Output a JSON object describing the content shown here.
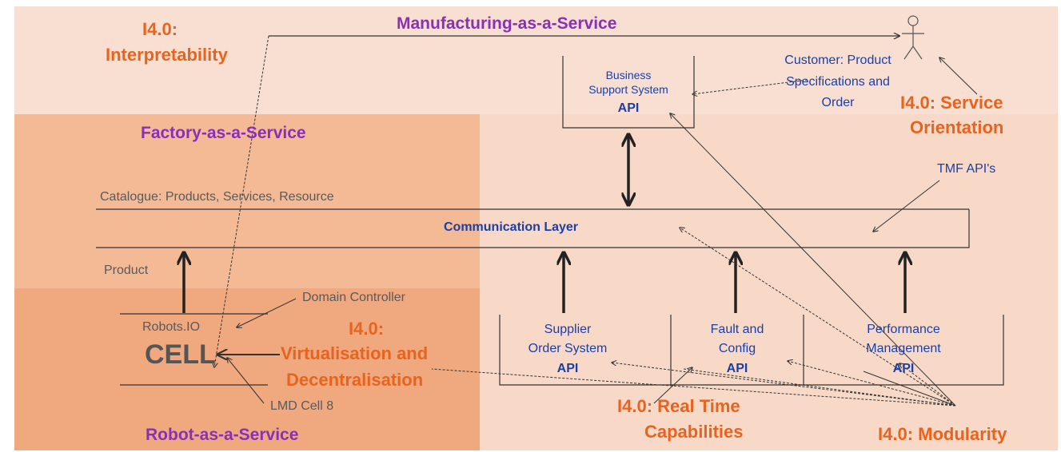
{
  "titles": {
    "maas": "Manufacturing-as-a-Service",
    "faas": "Factory-as-a-Service",
    "raas": "Robot-as-a-Service"
  },
  "principles": {
    "interpretability_1": "I4.0:",
    "interpretability_2": "Interpretability",
    "service_1": "I4.0: Service",
    "service_2": "Orientation",
    "virtualisation_1": "I4.0:",
    "virtualisation_2": "Virtualisation and",
    "virtualisation_3": "Decentralisation",
    "realtime_1": "I4.0: Real Time",
    "realtime_2": "Capabilities",
    "modularity": "I4.0: Modularity"
  },
  "bss": {
    "line1": "Business",
    "line2": "Support System",
    "api": "API"
  },
  "customer": {
    "line1": "Customer: Product",
    "line2": "Specifications and",
    "line3": "Order"
  },
  "tmf": "TMF API's",
  "catalogue": "Catalogue: Products, Services, Resource",
  "communication_layer": "Communication Layer",
  "product": "Product",
  "domain_controller": "Domain Controller",
  "cell": {
    "robots": "Robots.IO",
    "name": "CELL",
    "lmd": "LMD Cell 8"
  },
  "apis": [
    {
      "line1": "Supplier",
      "line2": "Order System",
      "api": "API"
    },
    {
      "line1": "Fault and",
      "line2": "Config",
      "api": "API"
    },
    {
      "line1": "Performance",
      "line2": "Management",
      "api": "API"
    }
  ],
  "colors": {
    "outer_bg": "#f8d7c4",
    "top_band": "#f9dccd",
    "factory_block": "#f4b892",
    "robot_block": "#f0a87e",
    "orange_text": "#e8641e",
    "purple_text": "#8a2fb8",
    "blue_text": "#1a3fa8"
  }
}
